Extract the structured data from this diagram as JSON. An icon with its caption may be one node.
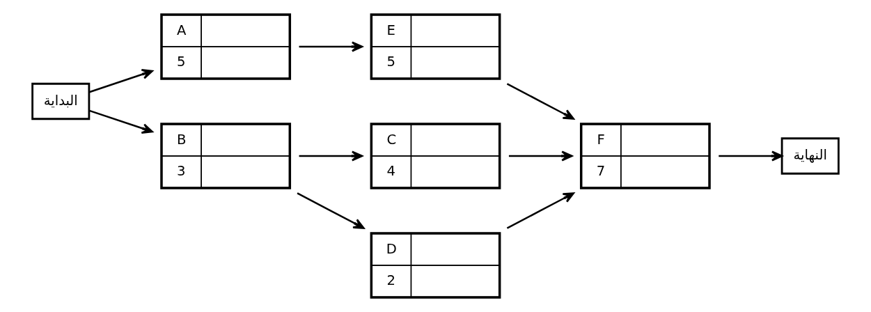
{
  "diagram": {
    "nodes": [
      {
        "text": [
          "البداية"
        ]
      },
      {
        "text": [
          "A",
          "5"
        ]
      },
      {
        "text": [
          "B",
          "3"
        ]
      },
      {
        "text": [
          "E",
          "5"
        ]
      },
      {
        "text": [
          "C",
          "4"
        ]
      },
      {
        "text": [
          "D",
          "2"
        ]
      },
      {
        "text": [
          "F",
          "7"
        ]
      },
      {
        "text": [
          "النهاية"
        ]
      }
    ],
    "edges": [
      {
        "from": 0,
        "to": 1,
        "arrow": "to"
      },
      {
        "from": 0,
        "to": 2,
        "arrow": "to"
      },
      {
        "from": 1,
        "to": 3,
        "arrow": "to"
      },
      {
        "from": 2,
        "to": 4,
        "arrow": "to"
      },
      {
        "from": 2,
        "to": 5,
        "arrow": "to"
      },
      {
        "from": 3,
        "to": 6,
        "arrow": "to"
      },
      {
        "from": 4,
        "to": 6,
        "arrow": "to"
      },
      {
        "from": 5,
        "to": 6,
        "arrow": "to"
      },
      {
        "from": 6,
        "to": 7,
        "arrow": "to"
      }
    ]
  }
}
